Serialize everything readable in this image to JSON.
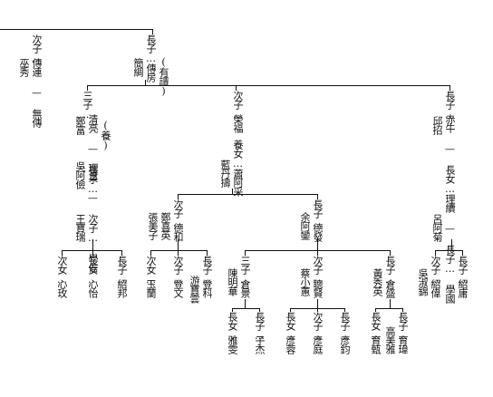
{
  "nodes": {
    "n_cizi_top": {
      "rel": "次子…",
      "name": "傳連 — 無傳",
      "spouse": "巫秀"
    },
    "n_zhangzi_top": {
      "rel": "長子…傳房",
      "note": "(有譜)",
      "spouse": "簡綢"
    },
    "n_sanzi": {
      "rel": "三子…",
      "name": "清亮 — 長子…",
      "child": "理貫 — 次子… 學信",
      "spouse": "鄭富",
      "note": "(養)",
      "spouse2": "吳阿儉",
      "spouse3": "王寶瑞"
    },
    "n_cizi_mid": {
      "rel": "次子…",
      "name": "榮福",
      "extra": "養女…蕭阿采",
      "spouse": "藍丹擣"
    },
    "n_zhangzi_right": {
      "rel": "長子…",
      "name": "赤牛 — 長女…理續 — 長子… 學國",
      "spouse": "邱招",
      "spouse2": "呂阿菊"
    },
    "n_cizi_dehe": {
      "rel": "次子…",
      "name": "德和",
      "spouse": "鄭喜英",
      "spouse2": "張美子"
    },
    "n_zhangzi_desheng": {
      "rel": "長子…",
      "name": "德發",
      "spouse": "余阿鑾"
    },
    "n_sanzi_cang": {
      "rel": "三子…",
      "name": "倉景",
      "spouse": "陳明華"
    },
    "n_cizi_cong": {
      "rel": "次子…",
      "name": "聰賢",
      "spouse": "蔡小蕙"
    },
    "n_zhangzi_cangsheng": {
      "rel": "長子…",
      "name": "倉盛",
      "spouse": "黃秀英"
    },
    "n_cizi_shaowei": {
      "rel": "次子…",
      "name": "紹偉",
      "spouse": "吳淑錦"
    },
    "n_zhangzi_shaoyong": {
      "rel": "長子…",
      "name": "紹庸"
    },
    "leaves": [
      {
        "rel": "次女…",
        "name": "心玫"
      },
      {
        "rel": "長女…",
        "name": "心怡"
      },
      {
        "rel": "長子…",
        "name": "紹邦"
      },
      {
        "rel": "次女…",
        "name": "玉蘭"
      },
      {
        "rel": "次子…",
        "name": "登文"
      },
      {
        "rel": "長子…",
        "name": "登科",
        "spouse": "游寶雲"
      },
      {
        "rel": "長女…",
        "name": "雅雯"
      },
      {
        "rel": "長子…",
        "name": "子杰"
      },
      {
        "rel": "長女…",
        "name": "彥蓉"
      },
      {
        "rel": "次子…",
        "name": "彥庭"
      },
      {
        "rel": "長子…",
        "name": "彥鈞"
      },
      {
        "rel": "長女…",
        "name": "育甄"
      },
      {
        "rel": "長子…",
        "name": "育瑋",
        "spouse": "高美雅"
      }
    ]
  }
}
